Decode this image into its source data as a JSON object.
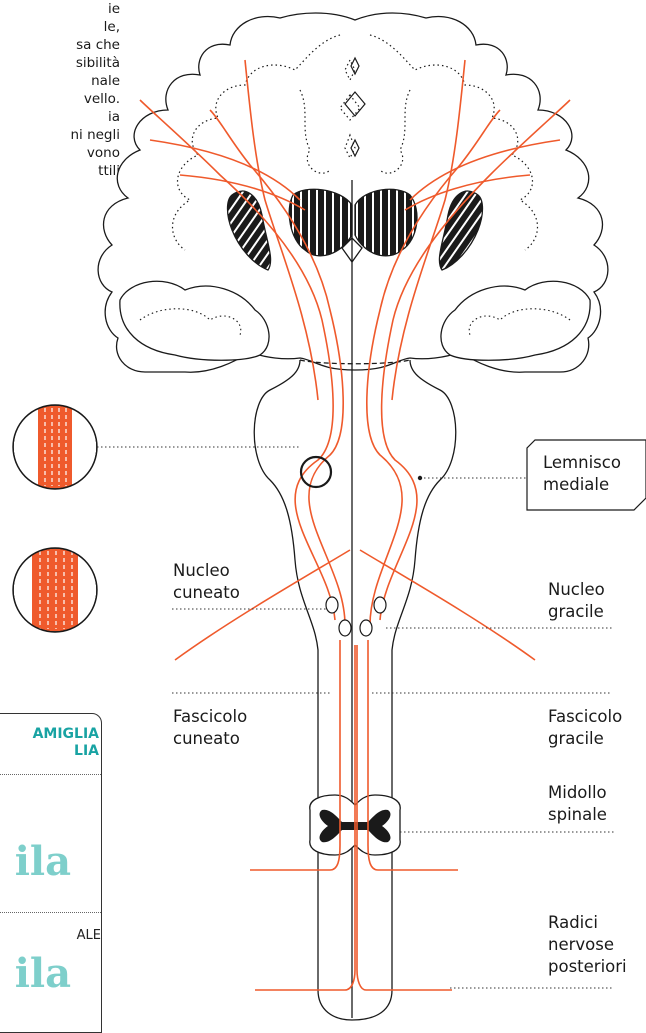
{
  "intro_text": [
    "ie",
    "le,",
    "sa che",
    "sibilità",
    "nale",
    "vello.",
    "ia",
    "",
    "ni negli",
    "vono",
    "ttili"
  ],
  "labels": {
    "lemnisco": [
      "Lemnisco",
      "mediale"
    ],
    "nucleo_cuneato": [
      "Nucleo",
      "cuneato"
    ],
    "nucleo_gracile": [
      "Nucleo",
      "gracile"
    ],
    "fascicolo_cuneato": [
      "Fascicolo",
      "cuneato"
    ],
    "fascicolo_gracile": [
      "Fascicolo",
      "gracile"
    ],
    "midollo": [
      "Midollo",
      "spinale"
    ],
    "radici": [
      "Radici",
      "nervose",
      "posteriori"
    ]
  },
  "card": {
    "header": [
      "AMIGLIA",
      "LIA"
    ],
    "big_1": "ila",
    "small": "ALE",
    "big_2": "ila"
  },
  "colors": {
    "nerve": "#ef5a2c",
    "outline": "#1a1a1a",
    "accent": "#18a3a3"
  }
}
